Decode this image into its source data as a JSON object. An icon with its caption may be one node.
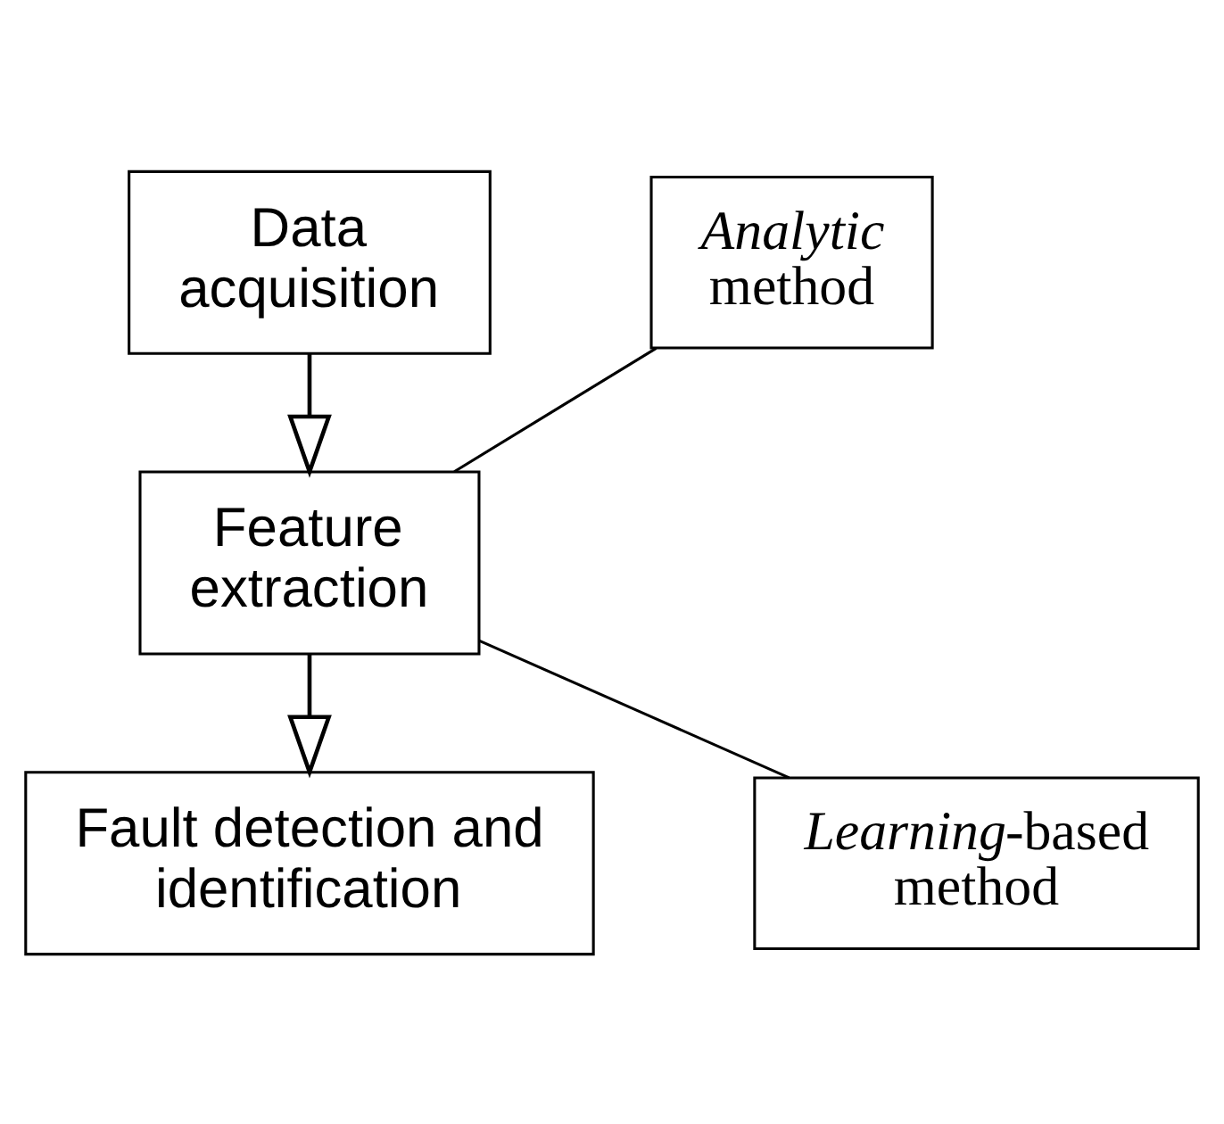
{
  "diagram": {
    "nodes": [
      {
        "text": [
          "Data acquisition"
        ]
      },
      {
        "text": [
          "Feature extraction"
        ]
      },
      {
        "text": [
          "Fault detection and identification"
        ]
      },
      {
        "text": [
          "*Analytic* method"
        ]
      },
      {
        "text": [
          "*Learning*-based method"
        ]
      }
    ],
    "edges": [
      {
        "from": 0,
        "to": 1,
        "arrow": "to"
      },
      {
        "from": 1,
        "to": 2,
        "arrow": "to"
      },
      {
        "from": 1,
        "to": 3,
        "arrow": "none"
      },
      {
        "from": 1,
        "to": 4,
        "arrow": "none"
      }
    ]
  }
}
